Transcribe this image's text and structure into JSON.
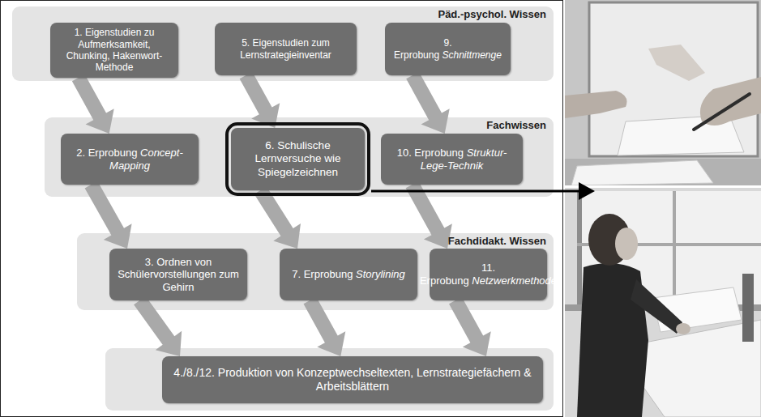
{
  "diagram": {
    "nodes": [
      {
        "text": [
          "Päd.-psychol. Wissen"
        ]
      },
      {
        "text": [
          "1. Eigenstudien zu Aufmerksamkeit, Chunking, Hakenwort-Methode"
        ],
        "in": 0
      },
      {
        "text": [
          "5. Eigenstudien zum Lernstrategieinventar"
        ],
        "in": 0
      },
      {
        "text": [
          "9. Erprobung",
          "Schnittmenge"
        ],
        "in": 0
      },
      {
        "text": [
          "Fachwissen"
        ]
      },
      {
        "text": [
          "2. Erprobung",
          "Concept-Mapping"
        ],
        "in": 4
      },
      {
        "text": [
          "6. Schulische Lernversuche wie Spiegelzeichnen"
        ],
        "in": 4
      },
      {
        "text": [
          "10. Erprobung",
          "Struktur-Lege-Technik"
        ],
        "in": 4
      },
      {
        "text": [
          "Fachdidakt. Wissen"
        ]
      },
      {
        "text": [
          "3. Ordnen von Schülervorstellungen zum Gehirn"
        ],
        "in": 8
      },
      {
        "text": [
          "7. Erprobung",
          "Storylining"
        ],
        "in": 8
      },
      {
        "text": [
          "11. Erprobung",
          "Netzwerkmethode"
        ],
        "in": 8
      },
      {
        "text": [
          "4./8./12. Produktion von Konzeptwechseltexten, Lernstrategiefächern & Arbeitsblättern"
        ]
      }
    ],
    "edges": [
      {
        "from": 1,
        "to": 5,
        "arrow": "to"
      },
      {
        "from": 2,
        "to": 6,
        "arrow": "to"
      },
      {
        "from": 3,
        "to": 7,
        "arrow": "to"
      },
      {
        "from": 5,
        "to": 9,
        "arrow": "to"
      },
      {
        "from": 6,
        "to": 10,
        "arrow": "to"
      },
      {
        "from": 7,
        "to": 11,
        "arrow": "to"
      },
      {
        "from": 9,
        "to": 12,
        "arrow": "to"
      },
      {
        "from": 10,
        "to": 12,
        "arrow": "to"
      },
      {
        "from": 11,
        "to": 12,
        "arrow": "to"
      }
    ]
  }
}
